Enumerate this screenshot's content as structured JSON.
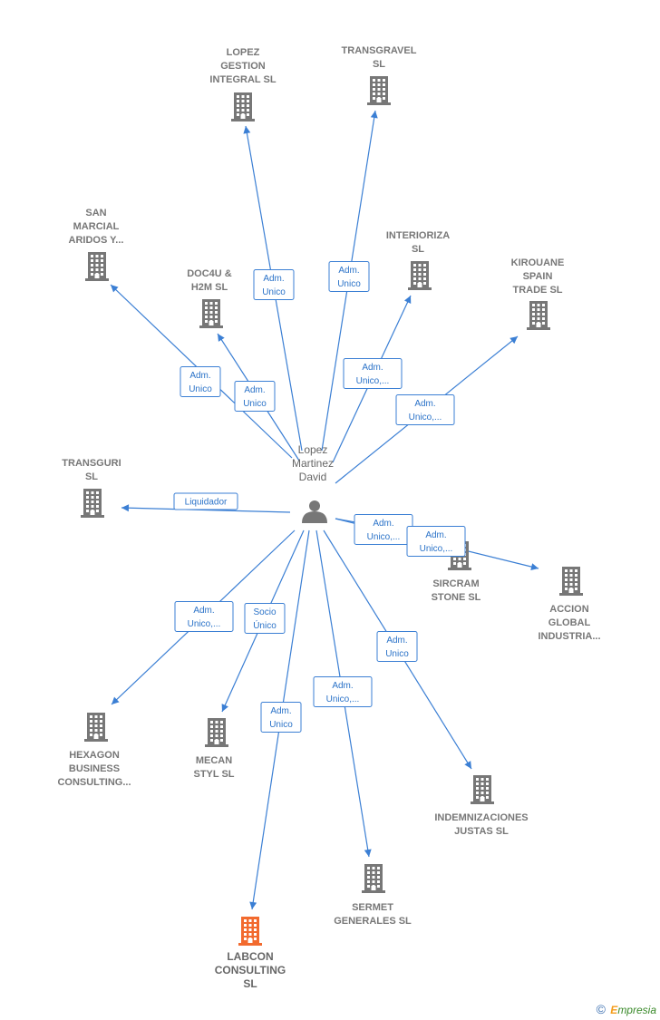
{
  "colors": {
    "company": "#777777",
    "highlight_company": "#f26a2e",
    "edge": "#3b7fd4",
    "person": "#777777"
  },
  "person": {
    "lines": [
      "Lopez",
      "Martinez",
      "David"
    ],
    "icon": "person-icon"
  },
  "companies": [
    {
      "id": "lopez_gestion",
      "lines": [
        "LOPEZ",
        "GESTION",
        "INTEGRAL  SL"
      ],
      "icon": "building-icon"
    },
    {
      "id": "transgravel",
      "lines": [
        "TRANSGRAVEL",
        "SL"
      ],
      "icon": "building-icon"
    },
    {
      "id": "san_marcial",
      "lines": [
        "SAN",
        "MARCIAL",
        "ARIDOS Y..."
      ],
      "icon": "building-icon"
    },
    {
      "id": "doc4u",
      "lines": [
        "DOC4U &",
        "H2M  SL"
      ],
      "icon": "building-icon"
    },
    {
      "id": "interioriza",
      "lines": [
        "INTERIORIZA",
        "SL"
      ],
      "icon": "building-icon"
    },
    {
      "id": "kirouane",
      "lines": [
        "KIROUANE",
        "SPAIN",
        "TRADE  SL"
      ],
      "icon": "building-icon"
    },
    {
      "id": "transguri",
      "lines": [
        "TRANSGURI",
        "SL"
      ],
      "icon": "building-icon"
    },
    {
      "id": "sircram",
      "lines": [
        "SIRCRAM",
        "STONE SL"
      ],
      "icon": "building-icon"
    },
    {
      "id": "accion",
      "lines": [
        "ACCION",
        "GLOBAL",
        "INDUSTRIA..."
      ],
      "icon": "building-icon"
    },
    {
      "id": "hexagon",
      "lines": [
        "HEXAGON",
        "BUSINESS",
        "CONSULTING..."
      ],
      "icon": "building-icon"
    },
    {
      "id": "mecan",
      "lines": [
        "MECAN",
        "STYL SL"
      ],
      "icon": "building-icon"
    },
    {
      "id": "indemnizaciones",
      "lines": [
        "INDEMNIZACIONES",
        "JUSTAS SL"
      ],
      "icon": "building-icon"
    },
    {
      "id": "sermet",
      "lines": [
        "SERMET",
        "GENERALES SL"
      ],
      "icon": "building-icon"
    },
    {
      "id": "labcon",
      "lines": [
        "LABCON",
        "CONSULTING",
        "SL"
      ],
      "icon": "building-icon",
      "highlight": true
    }
  ],
  "relations": [
    {
      "to": "lopez_gestion",
      "role": [
        "Adm.",
        "Unico"
      ]
    },
    {
      "to": "transgravel",
      "role": [
        "Adm.",
        "Unico"
      ]
    },
    {
      "to": "san_marcial",
      "role": [
        "Adm.",
        "Unico"
      ]
    },
    {
      "to": "doc4u",
      "role": [
        "Adm.",
        "Unico"
      ]
    },
    {
      "to": "interioriza",
      "role": [
        "Adm.",
        "Unico,..."
      ]
    },
    {
      "to": "kirouane",
      "role": [
        "Adm.",
        "Unico,..."
      ]
    },
    {
      "to": "transguri",
      "role": [
        "Liquidador"
      ]
    },
    {
      "to": "sircram",
      "role": [
        "Adm.",
        "Unico,..."
      ]
    },
    {
      "to": "accion",
      "role": [
        "Adm.",
        "Unico,..."
      ]
    },
    {
      "to": "hexagon",
      "role": [
        "Adm.",
        "Unico,..."
      ]
    },
    {
      "to": "mecan",
      "role": [
        "Socio",
        "Único"
      ]
    },
    {
      "to": "labcon",
      "role": [
        "Adm.",
        "Unico"
      ]
    },
    {
      "to": "sermet",
      "role": [
        "Adm.",
        "Unico,..."
      ]
    },
    {
      "to": "indemnizaciones",
      "role": [
        "Adm.",
        "Unico"
      ]
    }
  ],
  "footer": {
    "copyright": "©",
    "brand_first": "E",
    "brand_rest": "mpresia"
  }
}
